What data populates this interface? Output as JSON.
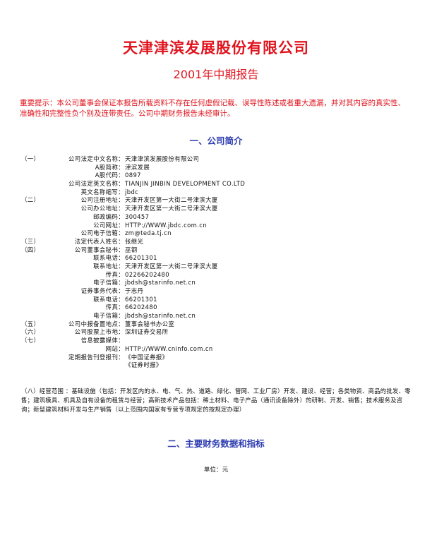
{
  "header": {
    "company": "天津津滨发展股份有限公司",
    "report": "2001年中期报告"
  },
  "notice": "重要提示：本公司董事会保证本报告所载资料不存在任何虚假记载、误导性陈述或者重大遗漏，并对其内容的真实性、准确性和完整性负个别及连带责任。公司中期财务报告未经审计。",
  "section1": {
    "title": "一、公司简介"
  },
  "info": [
    {
      "pre": "（一）",
      "label": "公司法定中文名称：",
      "value": "天津津滨发展股份有限公司"
    },
    {
      "pre": "",
      "label": "A股简称：",
      "value": "津滨发展"
    },
    {
      "pre": "",
      "label": "A股代码：",
      "value": "0897"
    },
    {
      "pre": "",
      "label": "公司法定英文名称：",
      "value": "TIANJIN JINBIN DEVELOPMENT CO.LTD"
    },
    {
      "pre": "",
      "label": "英文名称缩写：",
      "value": "jbdc"
    },
    {
      "pre": "（二）",
      "label": "公司注册地址：",
      "value": "天津开发区第一大街二号津滨大厦"
    },
    {
      "pre": "",
      "label": "公司办公地址：",
      "value": "天津开发区第一大街二号津滨大厦"
    },
    {
      "pre": "",
      "label": "邮政编码：",
      "value": "300457"
    },
    {
      "pre": "",
      "label": "公司网址：",
      "value": "HTTP://WWW.jbdc.com.cn"
    },
    {
      "pre": "",
      "label": "公司电子信箱：",
      "value": "zm@teda.tj.cn"
    },
    {
      "pre": "（三）",
      "label": "法定代表人姓名：",
      "value": "张继光"
    },
    {
      "pre": "（四）",
      "label": "公司董事会秘书：",
      "value": "巫钢"
    },
    {
      "pre": "",
      "label": "联系电话：",
      "value": "66201301"
    },
    {
      "pre": "",
      "label": "联系地址：",
      "value": "天津开发区第一大街二号津滨大厦"
    },
    {
      "pre": "",
      "label": "传真：",
      "value": "02266202480"
    },
    {
      "pre": "",
      "label": "电子信箱：",
      "value": "jbdsh@starinfo.net.cn"
    },
    {
      "pre": "",
      "label": "证券事务代表：",
      "value": "于志丹"
    },
    {
      "pre": "",
      "label": "联系电话：",
      "value": "66201301"
    },
    {
      "pre": "",
      "label": "传真：",
      "value": "66202480"
    },
    {
      "pre": "",
      "label": "电子信箱：",
      "value": "jbdsh@starinfo.net.cn"
    },
    {
      "pre": "（五）",
      "label": "公司中报备置地点：",
      "value": "董事会秘书办公室"
    },
    {
      "pre": "（六）",
      "label": "公司股票上市地：",
      "value": "深圳证券交易所"
    },
    {
      "pre": "（七）",
      "label": "信息披露媒体：",
      "value": ""
    },
    {
      "pre": "",
      "label": "网站：",
      "value": "HTTP://WWW.cninfo.com.cn"
    },
    {
      "pre": "",
      "label": "定期报告刊登报刊：",
      "value": "《中国证券报》"
    },
    {
      "pre": "",
      "label": "",
      "value": "《证券时报》"
    }
  ],
  "business": "（八）经营范围 ：基础设施（包括：开发区内的水、电、气、热、道路、绿化、管网、工业厂房）开发、建设、经营；各类物资、商品的批发、零售；建筑模具、机具及自有设备的租赁与经营；高新技术产品包括：稀土材料、电子产品（通讯设备除外）的研制、开发、销售；技术服务及咨询；新型建筑材料开发与生产销售（以上范围内国家有专营专项规定的按规定办理）",
  "section2": {
    "title": "二、主要财务数据和指标"
  },
  "unit": "单位：元",
  "colors": {
    "title_red": "#e0141e",
    "section_blue": "#2f3db0"
  }
}
